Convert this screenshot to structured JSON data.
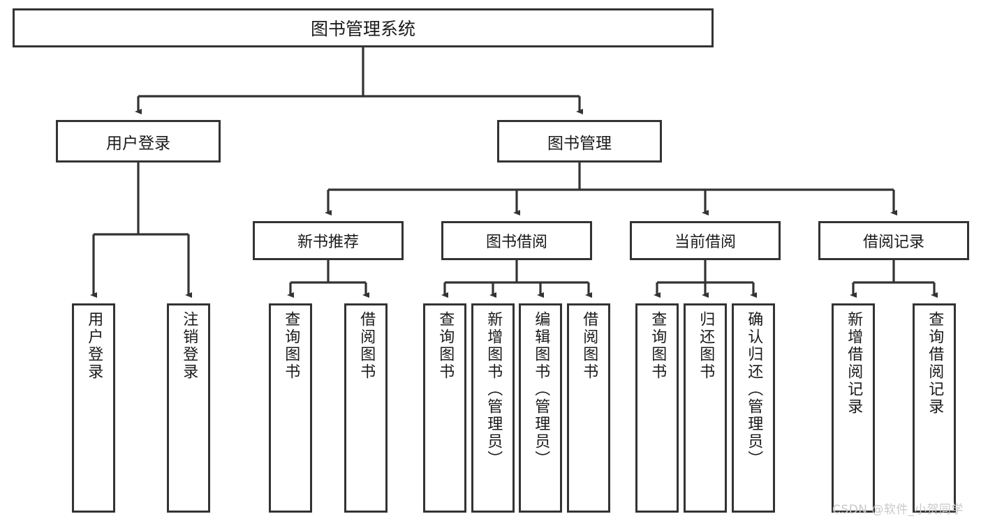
{
  "diagram": {
    "type": "tree-hierarchy",
    "title": "图书管理系统",
    "orientation": "top-down",
    "colors": {
      "box_border": "#333333",
      "box_fill": "#ffffff",
      "edge": "#333333",
      "text": "#1a1a1a",
      "watermark": "#c9c9c9",
      "background": "#ffffff"
    },
    "nodes": {
      "root": {
        "label": "图书管理系统",
        "level": 0
      },
      "level1": [
        {
          "id": "user-login",
          "label": "用户登录"
        },
        {
          "id": "book-manage",
          "label": "图书管理"
        }
      ],
      "level2": [
        {
          "id": "new-book-recommend",
          "label": "新书推荐",
          "parent": "book-manage"
        },
        {
          "id": "book-borrow",
          "label": "图书借阅",
          "parent": "book-manage"
        },
        {
          "id": "current-borrow",
          "label": "当前借阅",
          "parent": "book-manage"
        },
        {
          "id": "borrow-record",
          "label": "借阅记录",
          "parent": "book-manage"
        }
      ],
      "leaves": [
        {
          "id": "leaf-user-login",
          "label": "用户登录",
          "parent": "user-login"
        },
        {
          "id": "leaf-logout",
          "label": "注销登录",
          "parent": "user-login"
        },
        {
          "id": "leaf-query-book-1",
          "label": "查询图书",
          "parent": "new-book-recommend"
        },
        {
          "id": "leaf-borrow-book-1",
          "label": "借阅图书",
          "parent": "new-book-recommend"
        },
        {
          "id": "leaf-query-book-2",
          "label": "查询图书",
          "parent": "book-borrow"
        },
        {
          "id": "leaf-add-book",
          "label": "新增图书（管理员）",
          "parent": "book-borrow"
        },
        {
          "id": "leaf-edit-book",
          "label": "编辑图书（管理员）",
          "parent": "book-borrow"
        },
        {
          "id": "leaf-borrow-book-2",
          "label": "借阅图书",
          "parent": "book-borrow"
        },
        {
          "id": "leaf-query-book-3",
          "label": "查询图书",
          "parent": "current-borrow"
        },
        {
          "id": "leaf-return-book",
          "label": "归还图书",
          "parent": "current-borrow"
        },
        {
          "id": "leaf-confirm-return",
          "label": "确认归还（管理员）",
          "parent": "current-borrow"
        },
        {
          "id": "leaf-add-record",
          "label": "新增借阅记录",
          "parent": "borrow-record"
        },
        {
          "id": "leaf-query-record",
          "label": "查询借阅记录",
          "parent": "borrow-record"
        }
      ]
    },
    "watermark": "CSDN @软件_小贺同学"
  }
}
